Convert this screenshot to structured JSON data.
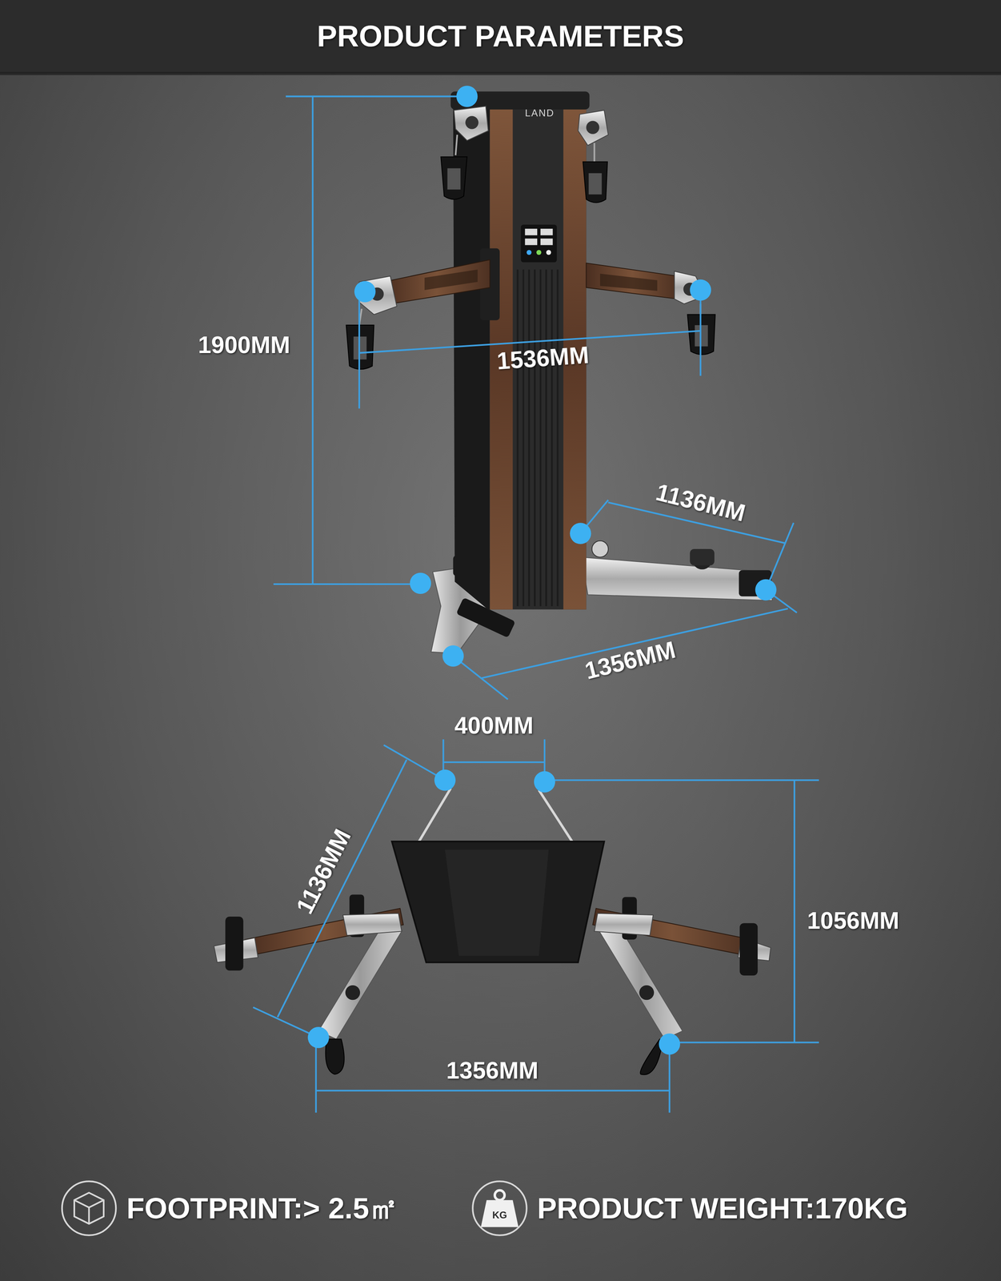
{
  "diagram": {
    "title": "PRODUCT PARAMETERS",
    "labels": [
      "LAND",
      "1900MM",
      "1536MM",
      "1136MM",
      "1356MM",
      "400MM",
      "1136MM",
      "1056MM",
      "1356MM",
      "FOOTPRINT:> 2.5㎡",
      "KG",
      "PRODUCT WEIGHT:170KG"
    ]
  }
}
